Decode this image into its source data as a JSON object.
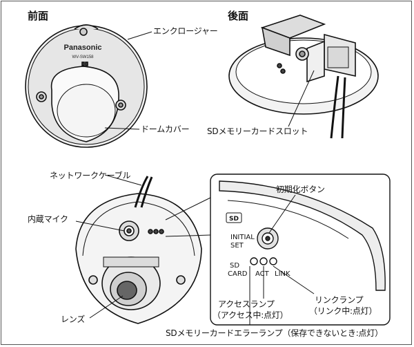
{
  "front": {
    "title": "前面",
    "brand": "Panasonic",
    "model": "WV-SW158",
    "labels": {
      "enclosure": "エンクロージャー",
      "dome_cover": "ドームカバー"
    }
  },
  "rear": {
    "title": "後面",
    "labels": {
      "sd_slot": "SDメモリーカードスロット"
    }
  },
  "inside": {
    "labels": {
      "network_cable": "ネットワークケーブル",
      "built_in_mic": "内蔵マイク",
      "lens": "レンズ"
    }
  },
  "detail": {
    "labels": {
      "init_button": "初期化ボタン",
      "access_lamp": "アクセスランプ",
      "access_lamp_note": "（アクセス中:点灯）",
      "link_lamp": "リンクランプ",
      "link_lamp_note": "（リンク中:点灯）",
      "sd_error_lamp": "SDメモリーカードエラーランプ（保存できないとき:点灯）"
    },
    "panel_text": {
      "initial": "INITIAL",
      "set": "SET",
      "sd": "SD",
      "card": "CARD",
      "act": "ACT",
      "link": "LINK",
      "sd_logo": "SD"
    }
  }
}
